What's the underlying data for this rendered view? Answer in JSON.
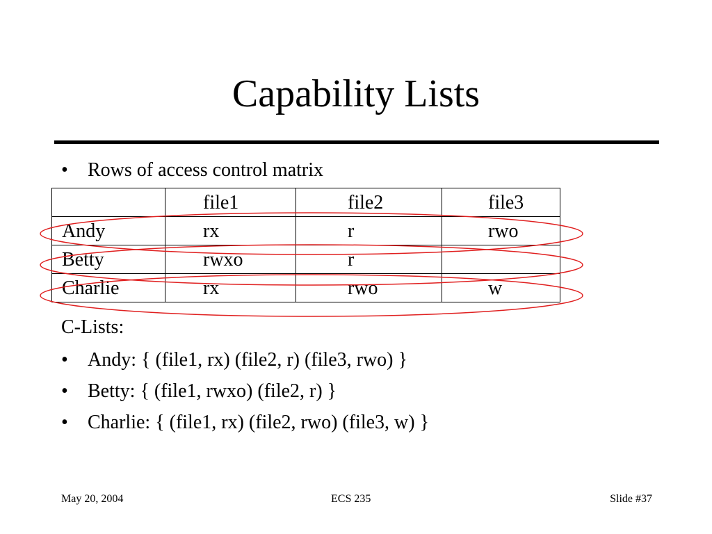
{
  "slide": {
    "title": "Capability Lists",
    "bullet_glyph": "•",
    "intro_bullet": "Rows of access control matrix",
    "table": {
      "headers": [
        "",
        "file1",
        "file2",
        "file3"
      ],
      "rows": [
        [
          "Andy",
          "rx",
          "r",
          "rwo"
        ],
        [
          "Betty",
          "rwxo",
          "r",
          ""
        ],
        [
          "Charlie",
          "rx",
          "rwo",
          "w"
        ]
      ]
    },
    "clists_label": "C-Lists:",
    "clists": [
      "Andy: { (file1, rx) (file2, r) (file3, rwo) }",
      "Betty: { (file1, rwxo) (file2, r) }",
      "Charlie: { (file1, rx) (file2, rwo) (file3, w) }"
    ],
    "highlight_color": "#e02020"
  },
  "footer": {
    "date": "May 20, 2004",
    "course": "ECS 235",
    "slide_number": "Slide #37"
  }
}
